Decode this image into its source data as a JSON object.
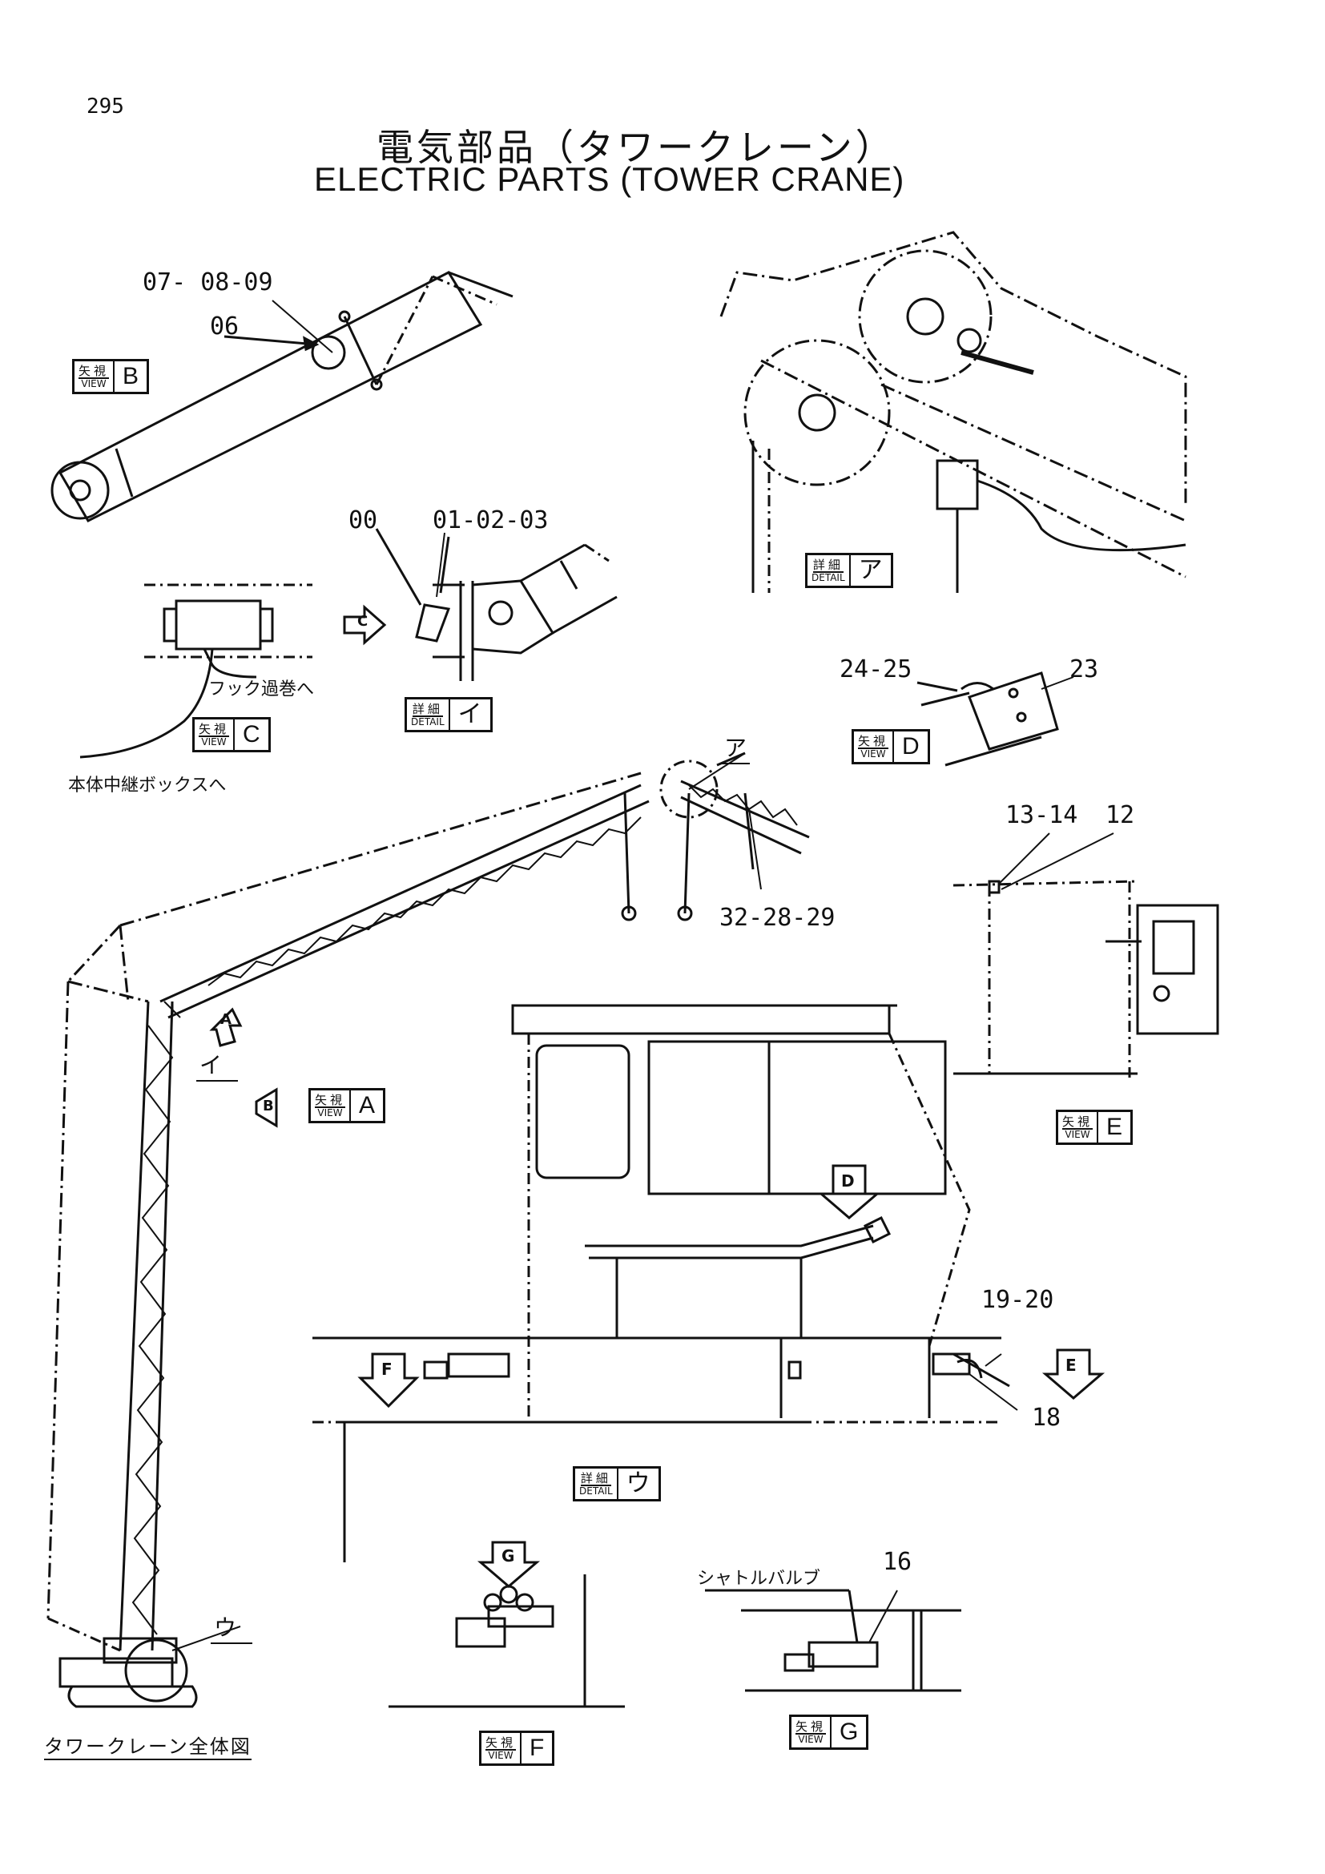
{
  "page": {
    "number": "295",
    "title_jp": "電気部品（タワークレーン）",
    "title_en": "ELECTRIC PARTS (TOWER CRANE)"
  },
  "part_numbers": {
    "p07_08_09": "07- 08-09",
    "p06": "06",
    "p00": "00",
    "p01_02_03": "01-02-03",
    "p24_25": "24-25",
    "p23": "23",
    "p13_14": "13-14",
    "p12": "12",
    "p32_28_29": "32-28-29",
    "p19_20": "19-20",
    "p18": "18",
    "p16": "16"
  },
  "notes": {
    "hook_overwind": "フック過巻へ",
    "body_relay_box": "本体中継ボックスへ",
    "shuttle_valve": "シャトルバルブ",
    "overall_view": "タワークレーン全体図"
  },
  "labels": {
    "ref_a": "ア",
    "ref_i": "イ",
    "ref_u": "ウ"
  },
  "arrows": {
    "a": "A",
    "b": "B",
    "c": "C",
    "d": "D",
    "e": "E",
    "f": "F",
    "g": "G"
  },
  "tags": {
    "view_jp": "矢視",
    "view_en": "VIEW",
    "detail_jp": "詳細",
    "detail_en": "DETAIL",
    "view_b": "B",
    "view_c": "C",
    "view_d": "D",
    "view_a": "A",
    "view_e": "E",
    "view_f": "F",
    "view_g": "G",
    "detail_a": "ア",
    "detail_i": "イ",
    "detail_u": "ウ"
  }
}
